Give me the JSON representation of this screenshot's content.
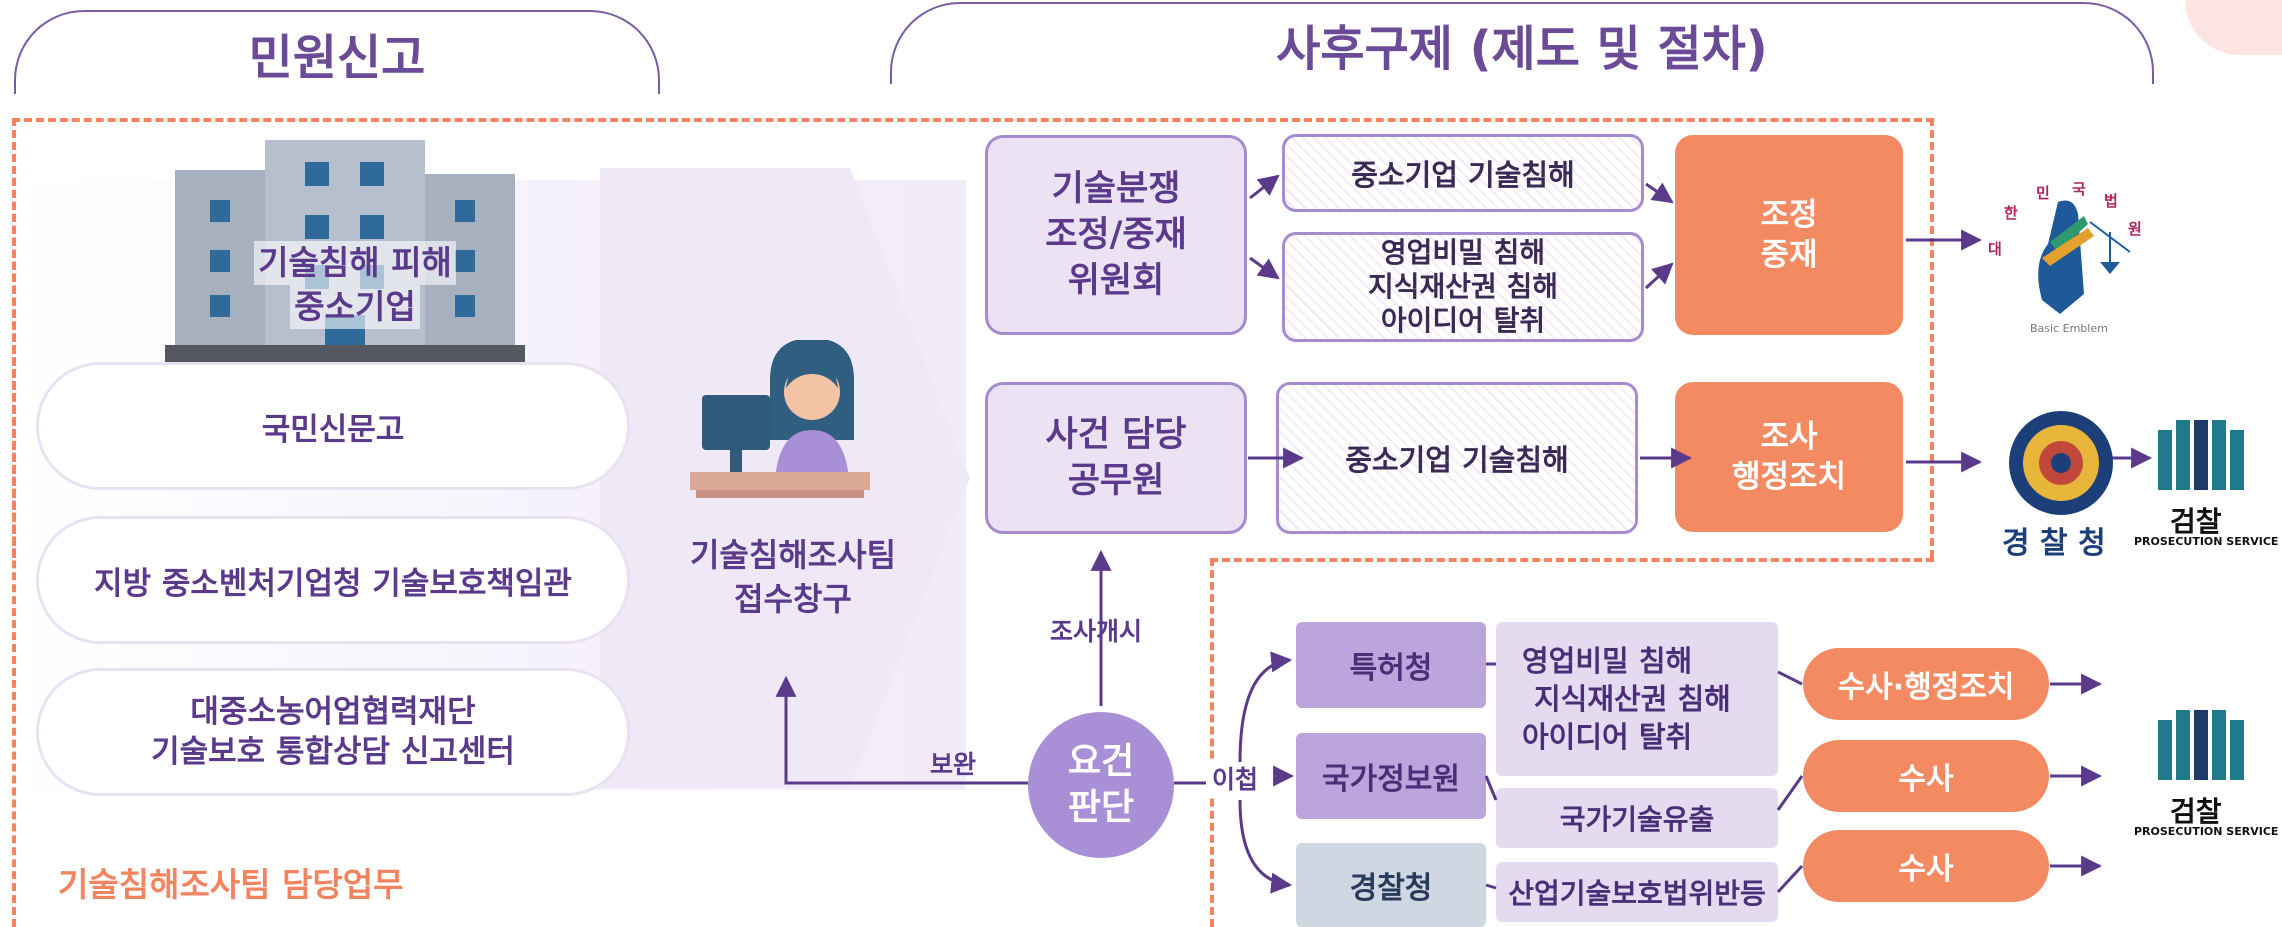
{
  "headers": {
    "left": "민원신고",
    "right": "사후구제 (제도 및 절차)"
  },
  "building_label": [
    "기술침해 피해",
    "중소기업"
  ],
  "report_channels": [
    "국민신문고",
    "지방 중소벤처기업청 기술보호책임관",
    [
      "대중소농어업협력재단",
      "기술보호 통합상담 신고센터"
    ]
  ],
  "reception": [
    "기술침해조사팀",
    "접수창구"
  ],
  "team_duty": "기술침해조사팀 담당업무",
  "committee": [
    "기술분쟁",
    "조정/중재",
    "위원회"
  ],
  "committee_cases": {
    "top": "중소기업 기술침해",
    "bottom": [
      "영업비밀 침해",
      "지식재산권 침해",
      "아이디어 탈취"
    ]
  },
  "mediation": [
    "조정",
    "중재"
  ],
  "official": [
    "사건 담당",
    "공무원"
  ],
  "official_case": "중소기업 기술침해",
  "investigation": [
    "조사",
    "행정조치"
  ],
  "flow_labels": {
    "start_investigation": "조사개시",
    "supplement": "보완",
    "transfer": "이첩"
  },
  "decision": [
    "요건",
    "판단"
  ],
  "agencies": {
    "patent": "특허청",
    "nis": "국가정보원",
    "police": "경찰청"
  },
  "agency_cases": {
    "patent": [
      "영업비밀 침해",
      "지식재산권 침해",
      "아이디어 탈취"
    ],
    "nis": "국가기술유출",
    "police": "산업기술보호법위반등"
  },
  "outcomes": {
    "patent": "수사·행정조치",
    "nis": "수사",
    "police": "수사"
  },
  "logos": {
    "court": "Basic Emblem",
    "police_name": "경 찰 청",
    "prosecution_name": "검찰",
    "prosecution_en": "PROSECUTION SERVICE",
    "court_ring": [
      "대",
      "한",
      "민",
      "국",
      "법",
      "원"
    ]
  },
  "colors": {
    "purple": "#5b3a8c",
    "lavender": "#ebe2f4",
    "orange": "#f48a62",
    "dash": "#f4845f"
  }
}
